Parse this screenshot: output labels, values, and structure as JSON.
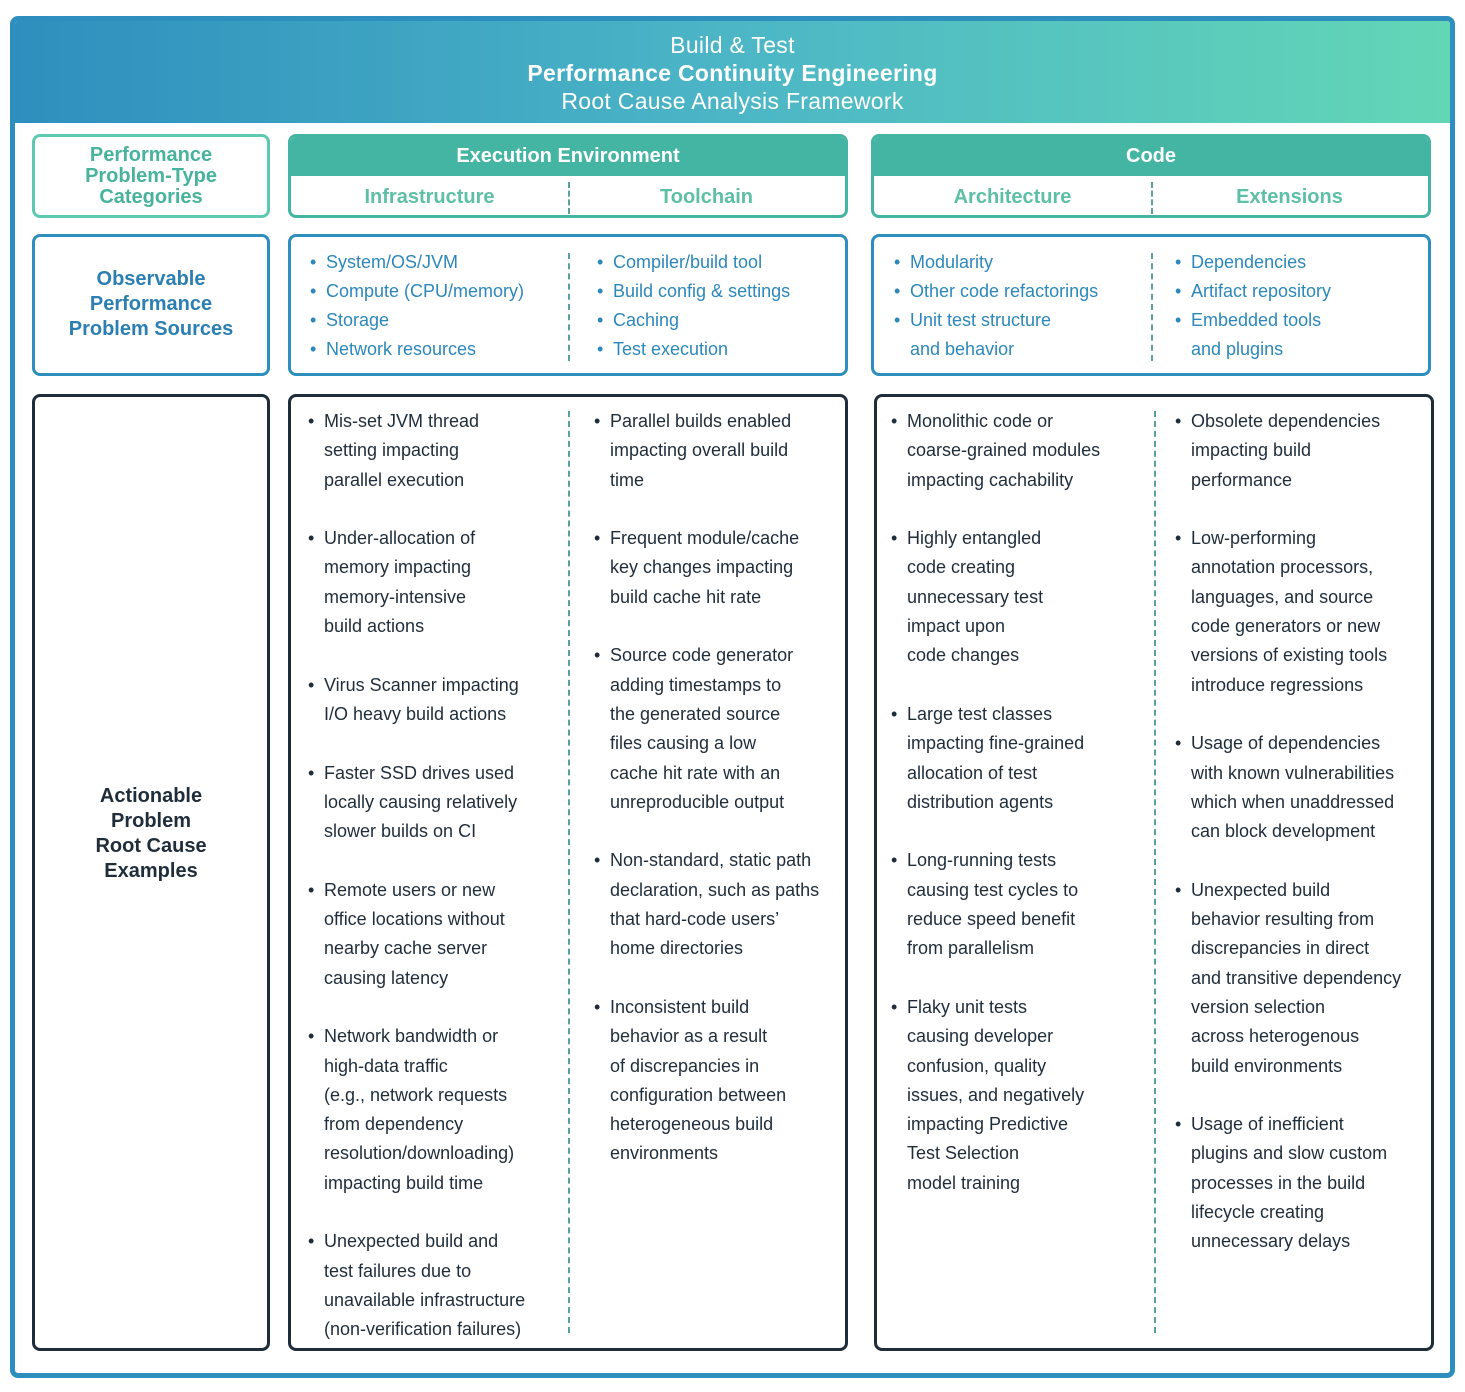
{
  "banner": {
    "line1": "Build & Test",
    "line2": "Performance Continuity Engineering",
    "line3": "Root Cause Analysis Framework"
  },
  "rows": {
    "categories": "Performance\nProblem-Type\nCategories",
    "observable": "Observable\nPerformance\nProblem Sources",
    "actionable": "Actionable\nProblem\nRoot Cause\nExamples"
  },
  "groups": {
    "execution": {
      "title": "Execution Environment",
      "left": "Infrastructure",
      "right": "Toolchain"
    },
    "code": {
      "title": "Code",
      "left": "Architecture",
      "right": "Extensions"
    }
  },
  "observable": {
    "infrastructure": [
      "System/OS/JVM",
      "Compute (CPU/memory)",
      "Storage",
      "Network resources"
    ],
    "toolchain": [
      "Compiler/build tool",
      "Build config & settings",
      "Caching",
      "Test execution"
    ],
    "architecture": [
      "Modularity",
      "Other code refactorings",
      "Unit test structure\nand behavior"
    ],
    "extensions": [
      "Dependencies",
      "Artifact repository",
      "Embedded tools\nand plugins"
    ]
  },
  "actionable": {
    "infrastructure": [
      "Mis-set JVM thread\nsetting impacting\nparallel execution",
      "Under-allocation of\nmemory impacting\nmemory-intensive\nbuild actions",
      "Virus Scanner impacting\nI/O heavy build actions",
      "Faster SSD drives used\nlocally causing relatively\nslower builds on CI",
      "Remote users or new\noffice locations without\nnearby cache server\ncausing latency",
      "Network bandwidth or\nhigh-data traffic\n(e.g., network requests\nfrom dependency\nresolution/downloading)\nimpacting build time",
      "Unexpected build and\ntest failures due to\nunavailable infrastructure\n(non-verification failures)"
    ],
    "toolchain": [
      "Parallel builds enabled\nimpacting overall build\ntime",
      "Frequent module/cache\nkey changes impacting\nbuild cache hit rate",
      "Source code generator\nadding timestamps to\nthe generated source\nfiles causing a low\ncache hit rate with an\nunreproducible output",
      "Non-standard, static path\ndeclaration, such as paths\nthat hard-code users’\nhome directories",
      "Inconsistent build\nbehavior as a result\nof discrepancies in\nconfiguration between\nheterogeneous build\nenvironments"
    ],
    "architecture": [
      "Monolithic code or\ncoarse-grained modules\nimpacting cachability",
      "Highly entangled\ncode creating\nunnecessary test\nimpact upon\ncode changes",
      "Large test classes\nimpacting fine-grained\nallocation of test\ndistribution agents",
      "Long-running tests\ncausing test cycles to\nreduce speed benefit\nfrom parallelism",
      "Flaky unit tests\ncausing developer\nconfusion, quality\nissues, and negatively\nimpacting Predictive\nTest Selection\nmodel training"
    ],
    "extensions": [
      "Obsolete dependencies\nimpacting build\nperformance",
      "Low-performing\nannotation processors,\nlanguages, and source\ncode generators or new\nversions of existing tools\nintroduce regressions",
      "Usage of dependencies\nwith known vulnerabilities\nwhich when unaddressed\ncan block development",
      "Unexpected build\nbehavior resulting from\ndiscrepancies in direct\nand transitive dependency\nversion selection\nacross heterogenous\nbuild environments",
      "Usage of inefficient\nplugins and slow custom\nprocesses in the build\nlifecycle creating\nunnecessary delays"
    ]
  }
}
